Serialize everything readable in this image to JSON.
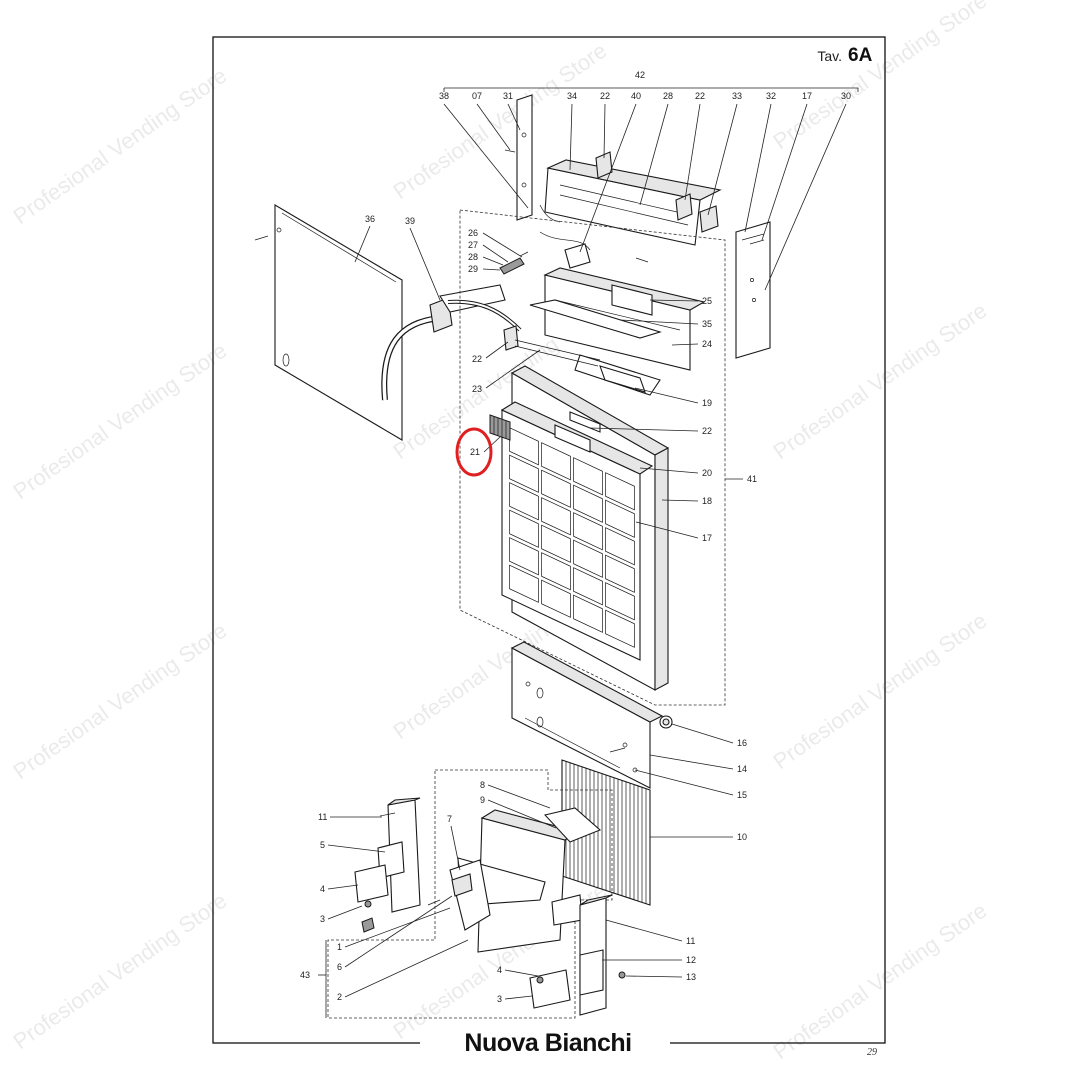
{
  "header": {
    "prefix": "Tav.",
    "table": "6A"
  },
  "brand": "Nuova Bianchi",
  "page_number": "29",
  "watermark": "Profesional Vending Store",
  "highlight": {
    "part": "21",
    "color": "#e02020"
  },
  "callouts": {
    "top_group": "42",
    "top_row": [
      "38",
      "07",
      "31",
      "34",
      "22",
      "40",
      "28",
      "22",
      "33",
      "32",
      "17",
      "30"
    ],
    "p36": "36",
    "p39": "39",
    "p26": "26",
    "p27": "27",
    "p28": "28",
    "p29": "29",
    "p22a": "22",
    "p23": "23",
    "p21": "21",
    "p25": "25",
    "p35": "35",
    "p24": "24",
    "p19": "19",
    "p22b": "22",
    "p20": "20",
    "p41": "41",
    "p18": "18",
    "p17": "17",
    "p16": "16",
    "p14": "14",
    "p15": "15",
    "p10": "10",
    "p8": "8",
    "p9": "9",
    "p7": "7",
    "p11a": "11",
    "p5": "5",
    "p4a": "4",
    "p3a": "3",
    "p1": "1",
    "p6": "6",
    "p43": "43",
    "p2": "2",
    "p11b": "11",
    "p12": "12",
    "p13": "13",
    "p4b": "4",
    "p3b": "3"
  }
}
